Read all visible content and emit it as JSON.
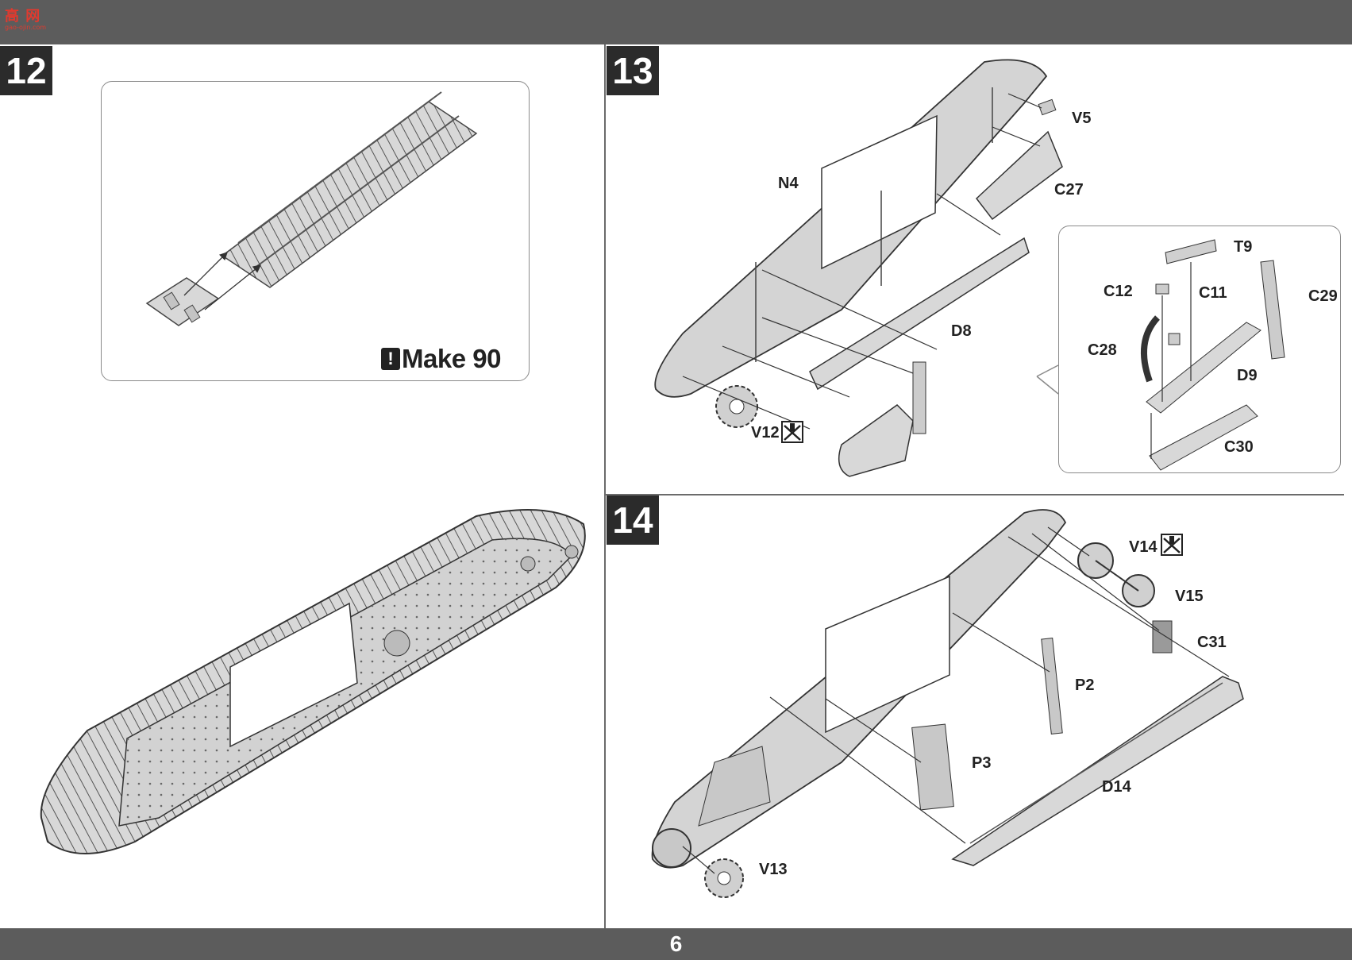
{
  "header": {
    "logo_text": "高 网",
    "logo_sub": "gao-ojin.com"
  },
  "footer": {
    "page_number": "6"
  },
  "steps": [
    {
      "number": "12",
      "make_label": "Make 90",
      "make_icon": "exclamation-icon"
    },
    {
      "number": "13",
      "parts": [
        "V5",
        "C27",
        "N4",
        "D8",
        "V12",
        "T9",
        "C12",
        "C11",
        "C29",
        "C28",
        "D9",
        "C30"
      ]
    },
    {
      "number": "14",
      "parts": [
        "V14",
        "V15",
        "C31",
        "P2",
        "P3",
        "D14",
        "V13"
      ]
    }
  ],
  "icons": {
    "no_glue": "no-glue-icon"
  },
  "colors": {
    "band": "#5c5c5c",
    "badge": "#2b2b2b",
    "part_fill": "#d4d4d4",
    "outline": "#444444"
  }
}
